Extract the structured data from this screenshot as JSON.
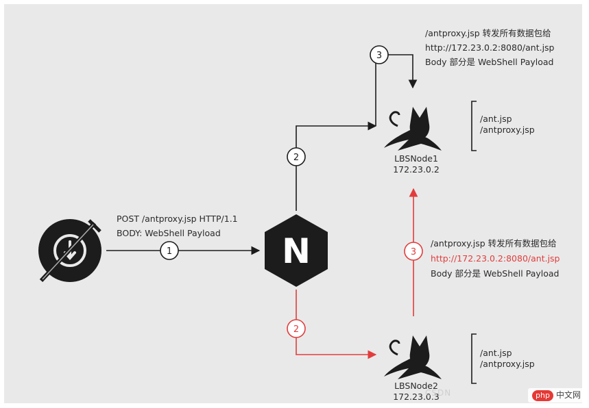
{
  "client_label": {
    "line1": "POST /antproxy.jsp HTTP/1.1",
    "line2": "BODY: WebShell Payload"
  },
  "top_label": {
    "line1": "/antproxy.jsp 转发所有数据包给",
    "line2": "http://172.23.0.2:8080/ant.jsp",
    "line3": "Body 部分是 WebShell Payload"
  },
  "mid_label": {
    "line1": "/antproxy.jsp 转发所有数据包给",
    "line2": "http://172.23.0.2:8080/ant.jsp",
    "line3": "Body 部分是 WebShell Payload"
  },
  "node1": {
    "name": "LBSNode1",
    "ip": "172.23.0.2",
    "files": [
      "/ant.jsp",
      "/antproxy.jsp"
    ]
  },
  "node2": {
    "name": "LBSNode2",
    "ip": "172.23.0.3",
    "files": [
      "/ant.jsp",
      "/antproxy.jsp"
    ]
  },
  "nginx_letter": "N",
  "steps": {
    "step1": "1",
    "step2_top": "2",
    "step3_top": "3",
    "step2_bottom": "2",
    "step3_mid": "3"
  },
  "watermark": "CSDN",
  "badge": {
    "php": "php",
    "site": "中文网"
  },
  "colors": {
    "black": "#1c1c1c",
    "red": "#e23c3c",
    "background": "#e9e9e9"
  }
}
